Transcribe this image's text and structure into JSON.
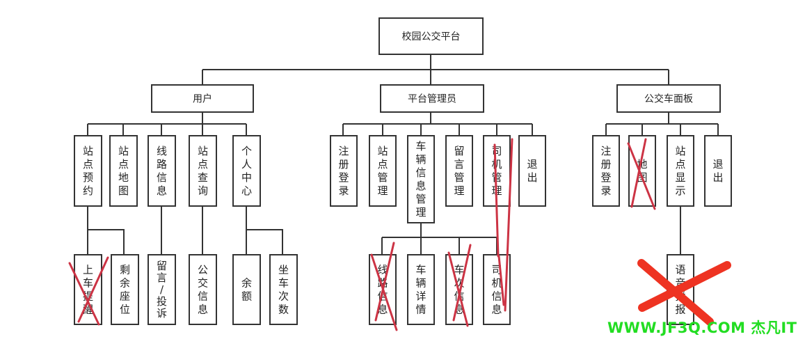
{
  "root": "校园公交平台",
  "groups": [
    {
      "title": "用户",
      "children": [
        "站点预约",
        "站点地图",
        "线路信息",
        "站点查询",
        "个人中心"
      ]
    },
    {
      "title": "平台管理员",
      "children": [
        "注册登录",
        "站点管理",
        "车辆信息管理",
        "留言管理",
        "司机管理",
        "退出"
      ]
    },
    {
      "title": "公交车面板",
      "children": [
        "注册登录",
        "地图",
        "站点显示",
        "退出"
      ]
    }
  ],
  "subnodes": [
    "上车提醒",
    "剩余座位",
    "留言/投诉",
    "公交信息",
    "余额",
    "坐车次数",
    "线路信息",
    "车辆详情",
    "车次信息",
    "司机信息",
    "语音播报"
  ],
  "watermark": "WWW.JF3Q.COM 杰凡IT"
}
